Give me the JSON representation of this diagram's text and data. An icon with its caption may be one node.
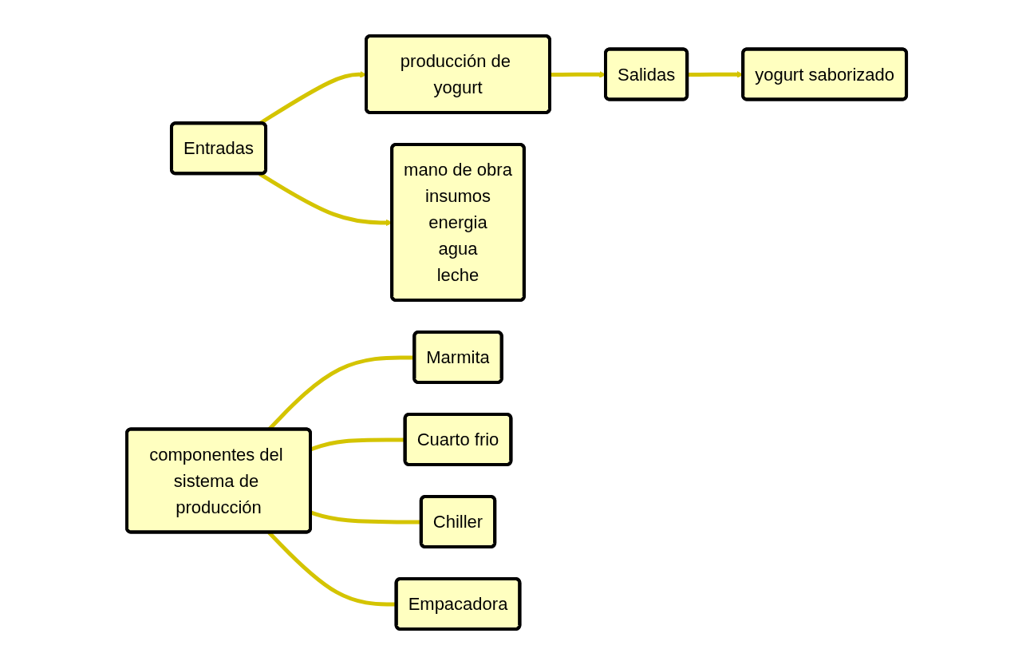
{
  "diagram": {
    "nodes": [
      {
        "text": [
          "Entradas"
        ]
      },
      {
        "text": [
          "producción de yogurt"
        ]
      },
      {
        "text": [
          "Salidas"
        ]
      },
      {
        "text": [
          "yogurt saborizado"
        ]
      },
      {
        "text": [
          "mano de obra",
          "insumos",
          "energia",
          "agua",
          "leche"
        ]
      },
      {
        "text": [
          "componentes del sistema de producción"
        ]
      },
      {
        "text": [
          "Marmita"
        ]
      },
      {
        "text": [
          "Cuarto frio"
        ]
      },
      {
        "text": [
          "Chiller"
        ]
      },
      {
        "text": [
          "Empacadora"
        ]
      }
    ],
    "edges": [
      {
        "from": 0,
        "to": 1,
        "arrow": "to"
      },
      {
        "from": 1,
        "to": 2,
        "arrow": "to"
      },
      {
        "from": 0,
        "to": 4,
        "arrow": "to"
      },
      {
        "from": 2,
        "to": 3,
        "arrow": "to"
      },
      {
        "from": 5,
        "to": 6,
        "arrow": "none"
      },
      {
        "from": 5,
        "to": 7,
        "arrow": "none"
      },
      {
        "from": 5,
        "to": 8,
        "arrow": "none"
      },
      {
        "from": 5,
        "to": 9,
        "arrow": "none"
      }
    ]
  }
}
